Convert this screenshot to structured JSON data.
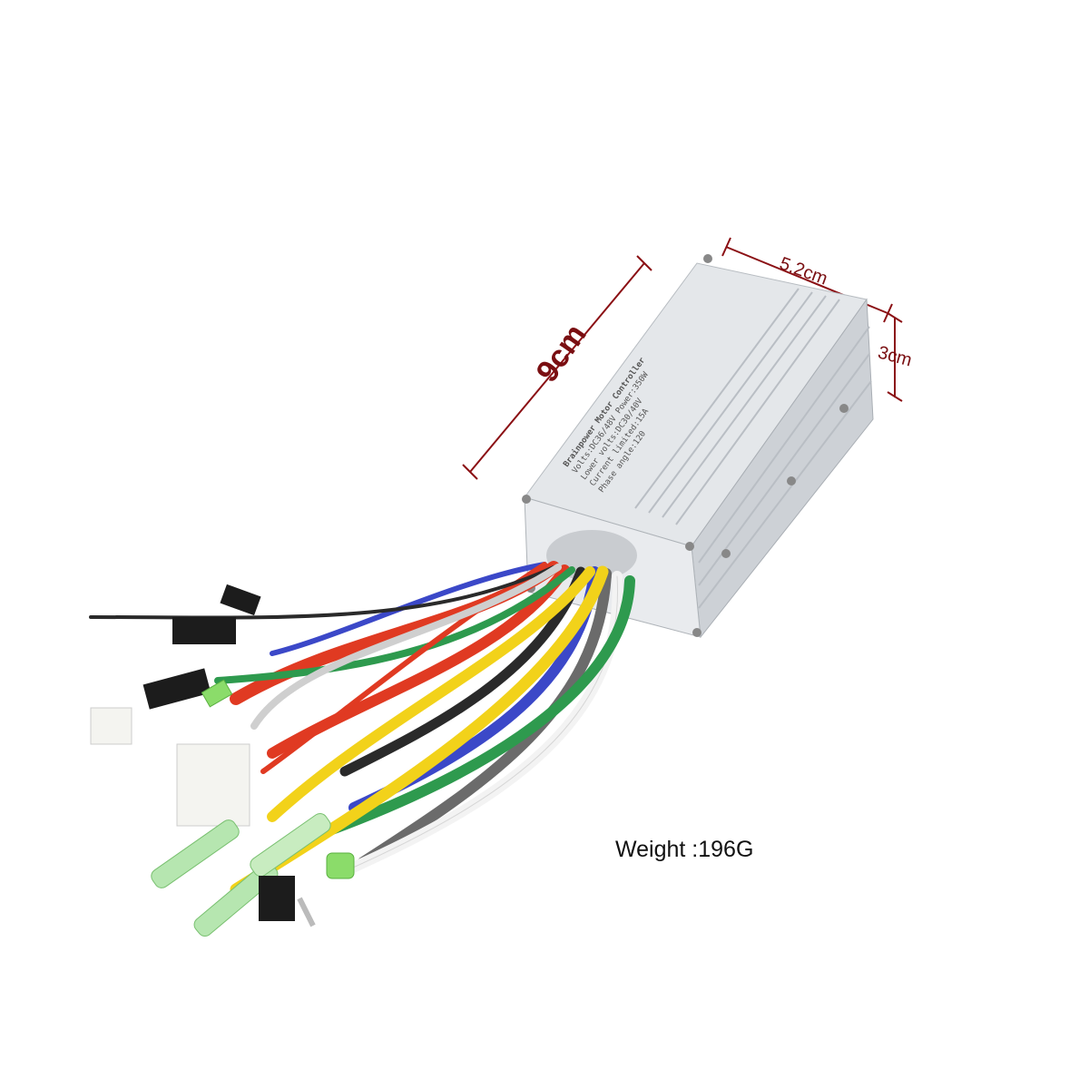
{
  "product": {
    "label_text": "Brainpower Motor Controller",
    "dimensions": {
      "length": "9cm",
      "width": "5.2cm",
      "height": "3cm"
    },
    "weight": "Weight :196G"
  },
  "colors": {
    "dimension_lines": "#8b1014",
    "housing": "#dcdfe3",
    "wire_colors": [
      "#e03a22",
      "#2e9a4e",
      "#f2d21a",
      "#3b48c8",
      "#2a2a2a",
      "#f3f3f3",
      "#6b6b6b"
    ]
  }
}
